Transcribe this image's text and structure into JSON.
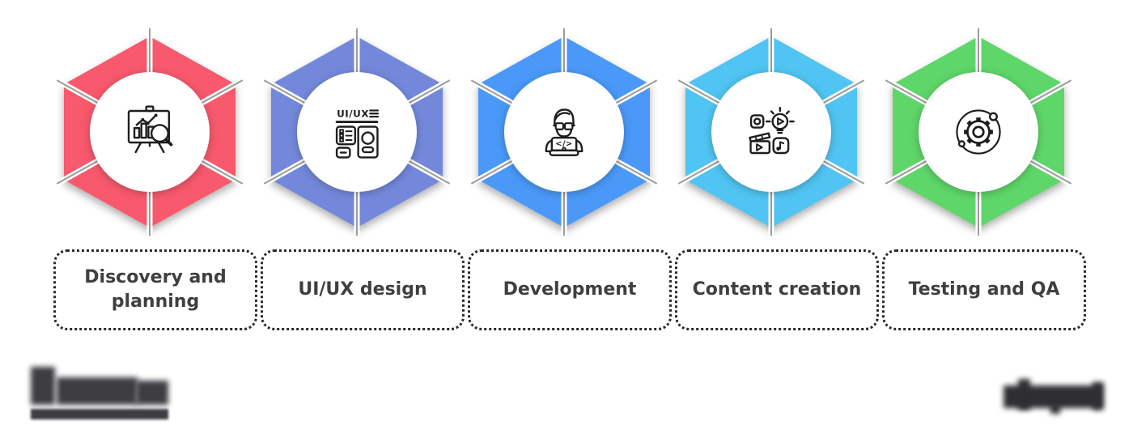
{
  "steps": [
    {
      "label": "Discovery and planning",
      "color": "#F8596C",
      "icon": "presentation-analysis-icon"
    },
    {
      "label": "UI/UX design",
      "color": "#7488DB",
      "icon": "uiux-wireframe-icon"
    },
    {
      "label": "Development",
      "color": "#4A99F8",
      "icon": "developer-icon"
    },
    {
      "label": "Content creation",
      "color": "#50C4F2",
      "icon": "content-media-icon"
    },
    {
      "label": "Testing and QA",
      "color": "#5FD669",
      "icon": "gear-orbit-icon"
    }
  ],
  "icon_text": {
    "uiux": "UI/UX",
    "code_badge": "</>"
  },
  "colors": {
    "background": "#FFFFFF",
    "spoke_gray": "#9B9B9B",
    "icon_stroke": "#1D1D1D",
    "card_text": "#3F3F3F",
    "card_border": "#2A2A2A"
  }
}
